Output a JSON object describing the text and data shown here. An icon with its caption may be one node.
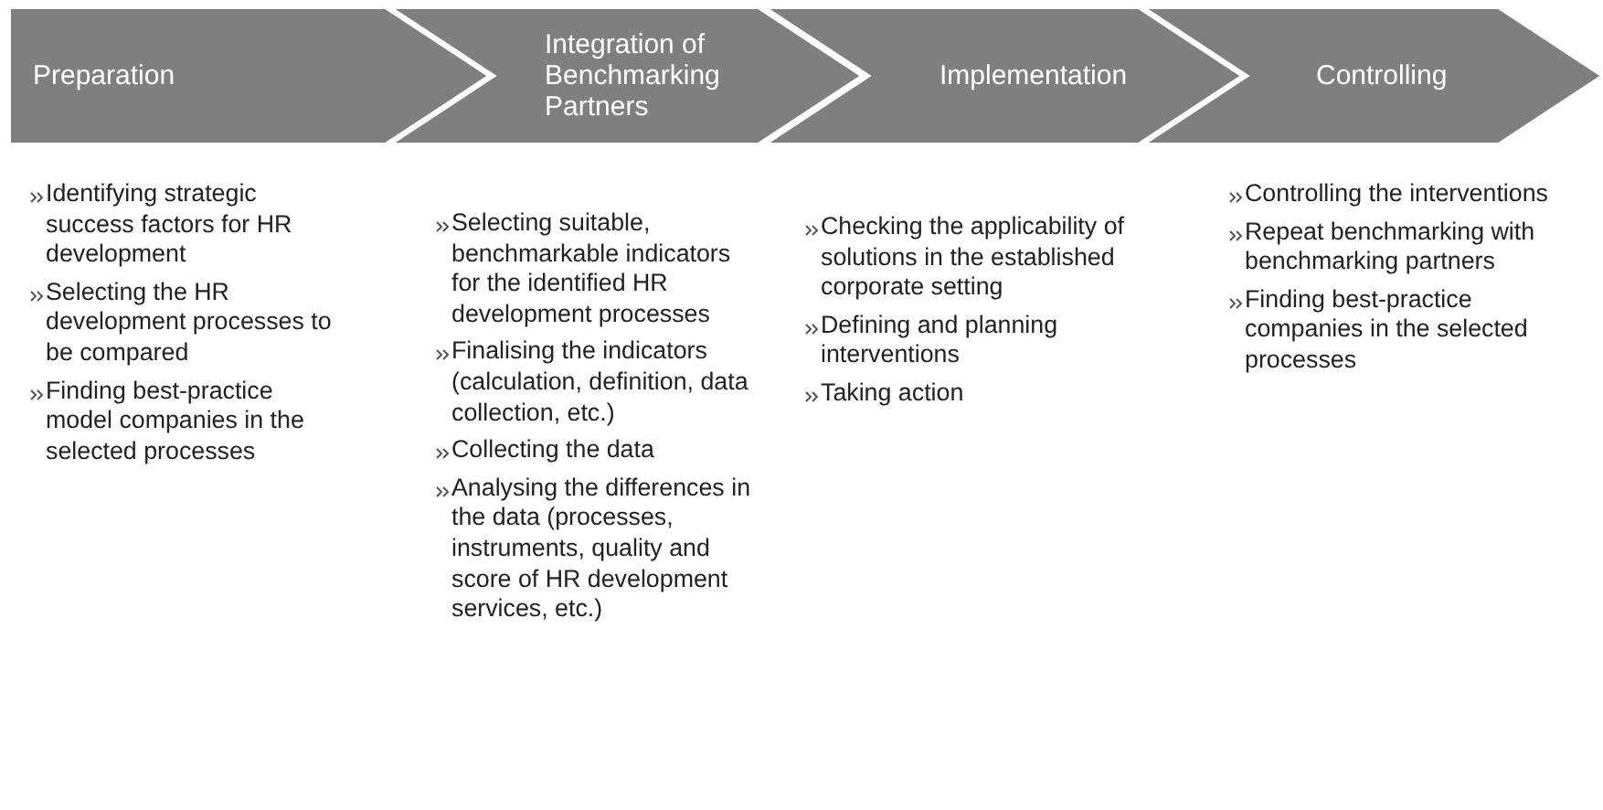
{
  "diagram": {
    "nodes": [
      {
        "text": [
          "Preparation"
        ],
        "beside": [
          "Identifying strategic success factors for HR development",
          "Selecting the HR development processes to be compared",
          "Finding best-practice model companies in the selected processes"
        ]
      },
      {
        "text": [
          "Integration of Benchmarking Partners"
        ],
        "beside": [
          "Selecting suitable, benchmarkable indicators for the identified HR development processes",
          "Finalising the indicators (calculation, definition, data collection, etc.)",
          "Collecting the data",
          "Analysing the differences in the data (processes, instruments, quality and score of HR development services, etc.)"
        ]
      },
      {
        "text": [
          "Implementation"
        ],
        "beside": [
          "Checking the applicability of solutions in the established corporate setting",
          "Defining and planning interventions",
          "Taking action"
        ]
      },
      {
        "text": [
          "Controlling"
        ],
        "beside": [
          "Controlling the interventions",
          "Repeat benchmarking with benchmarking partners",
          "Finding best-practice companies in the selected processes"
        ]
      }
    ]
  }
}
